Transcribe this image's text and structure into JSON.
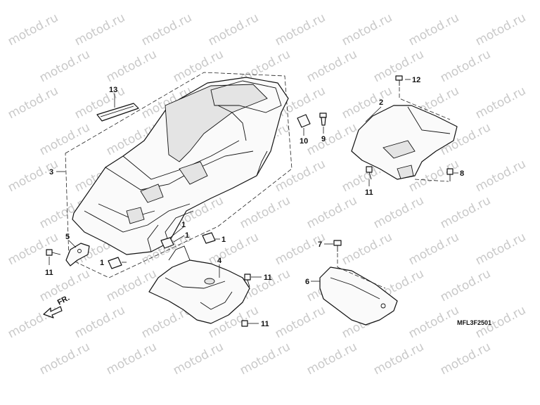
{
  "watermark": "motod.ru",
  "diagram_code": "MFL3F2501",
  "direction_label": "FR.",
  "callouts": [
    "1",
    "1",
    "1",
    "1",
    "2",
    "3",
    "4",
    "5",
    "6",
    "7",
    "8",
    "9",
    "10",
    "11",
    "11",
    "11",
    "11",
    "12",
    "13"
  ]
}
